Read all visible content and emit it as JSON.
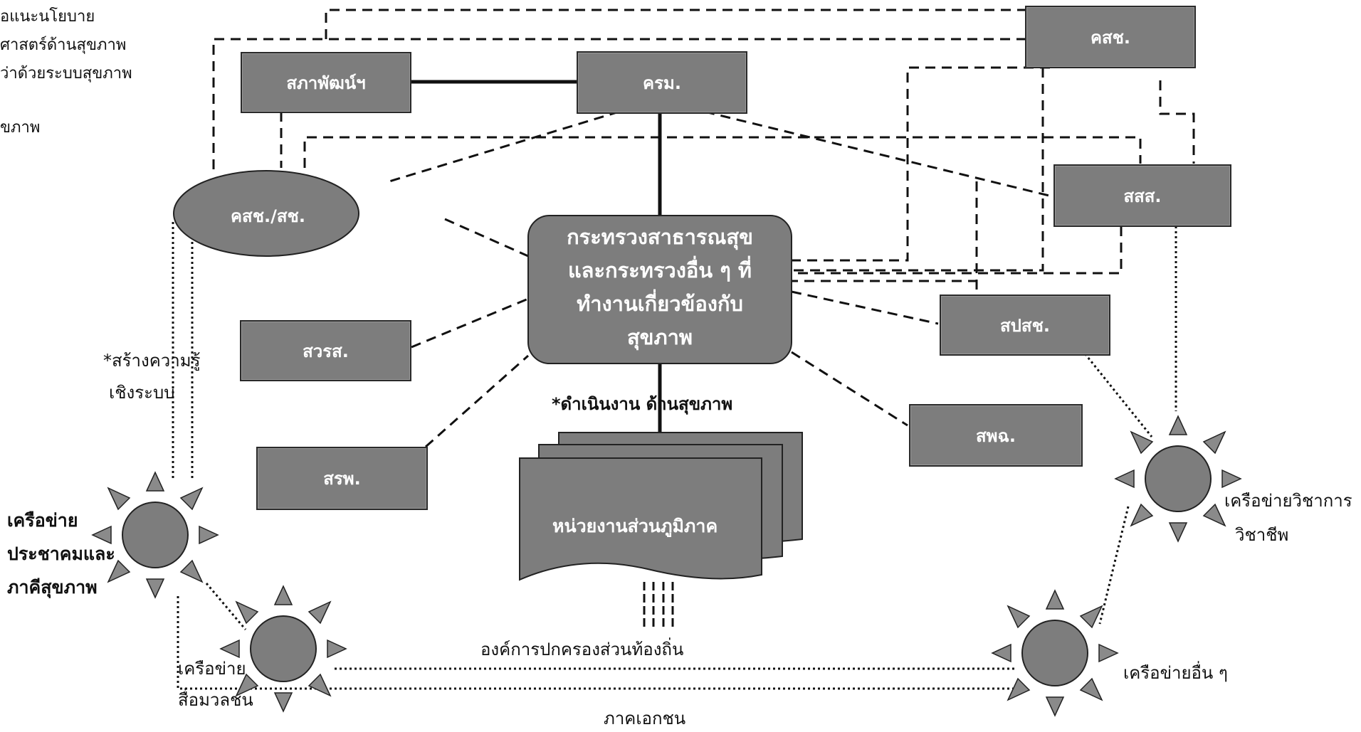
{
  "left_notes": [
    "อแนะนโยบาย",
    "ศาสตร์ด้านสุขภาพ",
    "ว่าด้วยระบบสุขภาพ",
    "",
    "ขภาพ"
  ],
  "boxes": {
    "sapha": "สภาพัฒน์ฯ",
    "krm": "ครม.",
    "ksch_top": "คสช.",
    "ssss": "สสส.",
    "spsch": "สปสช.",
    "swrs": "สวรส.",
    "srp": "สรพ.",
    "sphc": "สพฉ."
  },
  "oval": "คสช./สช.",
  "center_lines": [
    "กระทรวงสาธารณสุข",
    "และกระทรวงอื่น ๆ ที่",
    "ทำงานเกี่ยวข้องกับ",
    "สุขภาพ"
  ],
  "regional": "หน่วยงานส่วนภูมิภาค",
  "health_ops": "*ดำเนินงาน ด้านสุขภาพ",
  "local_gov": "องค์การปกครองส่วนท้องถิ่น",
  "private_sector": "ภาคเอกชน",
  "knowledge_lines": [
    "*สร้างความรู้",
    "เชิงระบบ"
  ],
  "networks": {
    "civil": [
      "เครือข่าย",
      "ประชาคมและ",
      "ภาคีสุขภาพ"
    ],
    "media": [
      "เครือข่าย",
      "สื่อมวลชน"
    ],
    "academic": [
      "เครือข่ายวิชาการ",
      "วิชาชีพ"
    ],
    "other": "เครือข่ายอื่น ๆ"
  }
}
